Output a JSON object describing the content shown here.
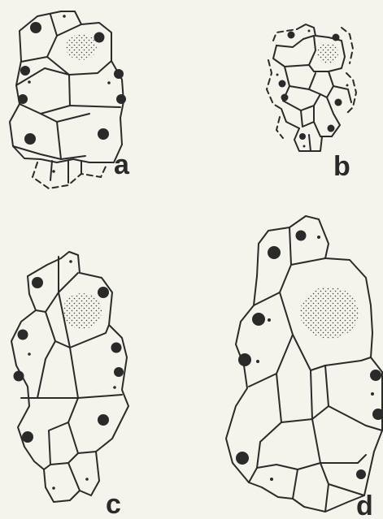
{
  "figure": {
    "panel_labels": [
      "a",
      "b",
      "c",
      "d"
    ]
  },
  "colors": {
    "background": "#f4f3ec",
    "ink": "#2a2a2a"
  }
}
